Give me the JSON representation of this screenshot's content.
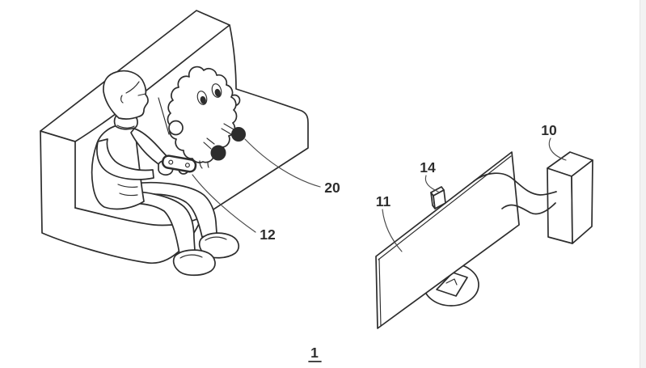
{
  "figure": {
    "number": "1",
    "labels": {
      "processing_console": "10",
      "display": "11",
      "controller": "12",
      "camera": "14",
      "robot_companion": "20"
    }
  },
  "colors": {
    "ink": "#2d2d2d",
    "leader": "#4a4a4a",
    "background": "#ffffff",
    "edge_strip": "#f2f2f2",
    "edge_strip_border": "#e4e4e4"
  }
}
